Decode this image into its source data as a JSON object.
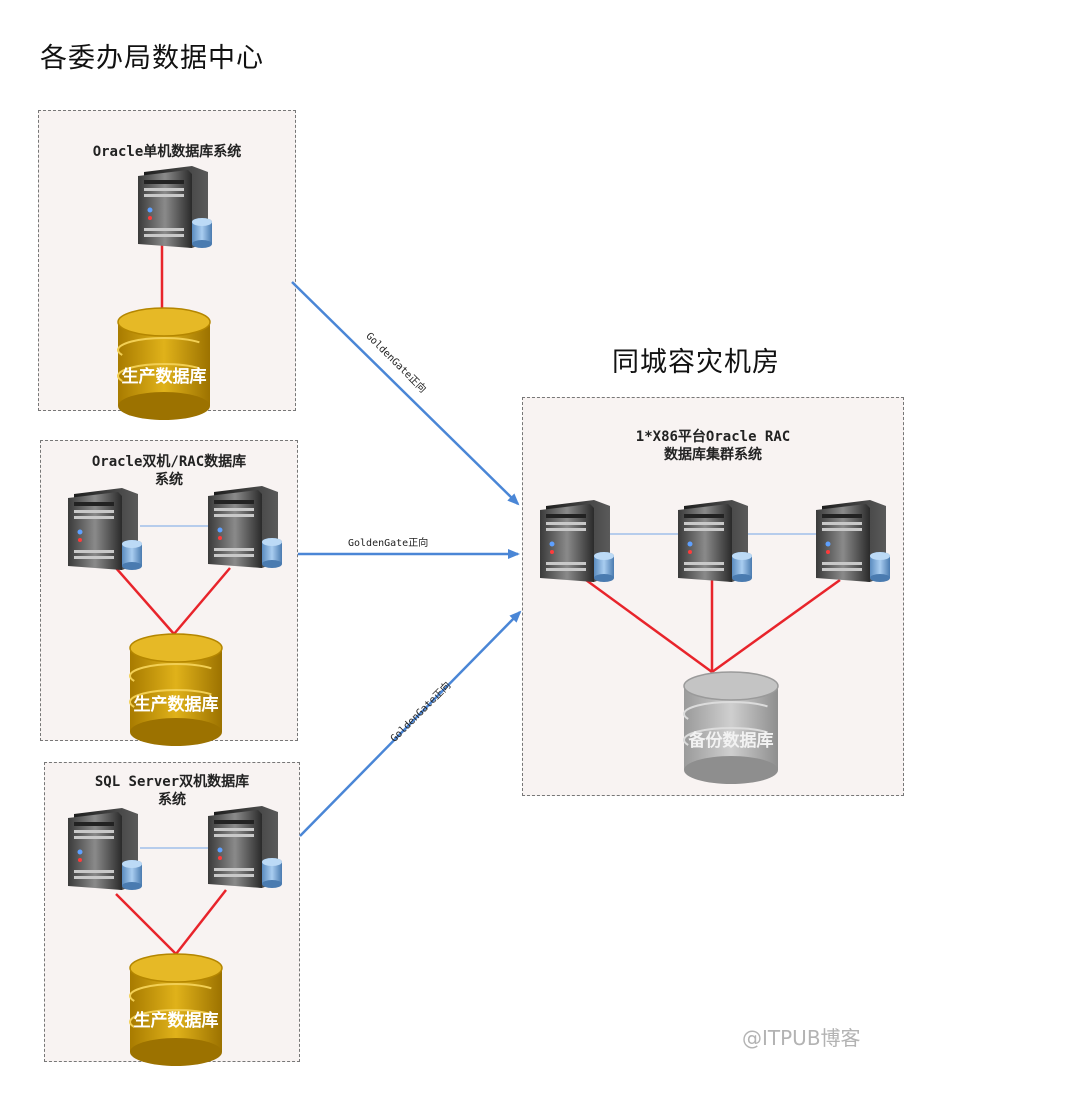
{
  "left_title": "各委办局数据中心",
  "right_title": "同城容灾机房",
  "sources": [
    {
      "title_lines": [
        "Oracle单机数据库系统"
      ],
      "db_label": "生产数据库"
    },
    {
      "title_lines": [
        "Oracle双机/RAC数据库",
        "系统"
      ],
      "db_label": "生产数据库"
    },
    {
      "title_lines": [
        "SQL Server双机数据库",
        "系统"
      ],
      "db_label": "生产数据库"
    }
  ],
  "target": {
    "title_lines": [
      "1*X86平台Oracle RAC",
      "数据库集群系统"
    ],
    "db_label": "备份数据库"
  },
  "edges": [
    {
      "from": "Oracle单机数据库系统",
      "to": "1*X86平台Oracle RAC",
      "label": "GoldenGate正向"
    },
    {
      "from": "Oracle双机/RAC数据库",
      "to": "1*X86平台Oracle RAC",
      "label": "GoldenGate正向"
    },
    {
      "from": "SQL Server双机数据库",
      "to": "1*X86平台Oracle RAC",
      "label": "GoldenGate正向"
    }
  ],
  "colors": {
    "replication_arrow": "#4a86d6",
    "storage_link": "#e8242b",
    "interconnect": "#8fb4e8",
    "production_db": "#d4a300",
    "backup_db": "#b8b8b8"
  },
  "icons": [
    "server-icon",
    "database-cylinder-icon"
  ],
  "watermark": "@ITPUB博客"
}
